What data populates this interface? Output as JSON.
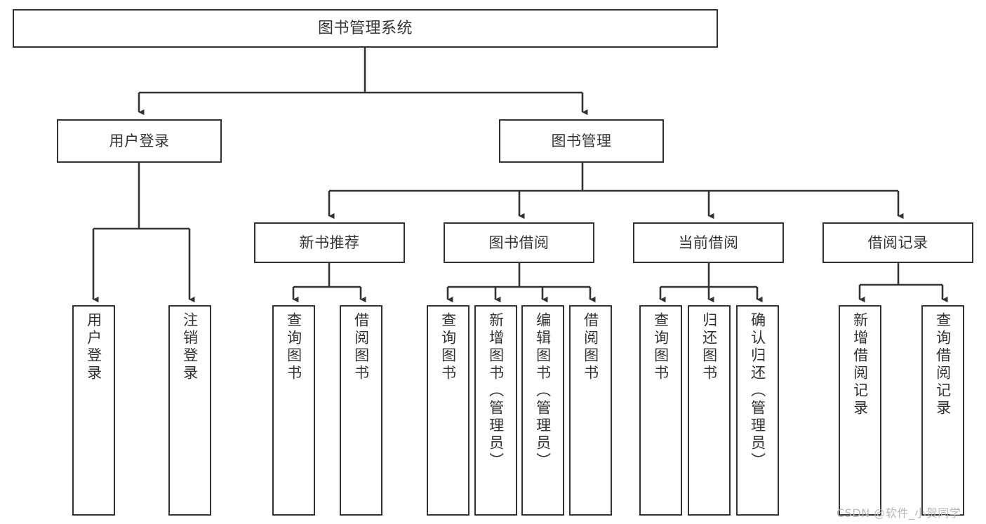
{
  "diagram": {
    "type": "tree",
    "title": "图书管理系统",
    "watermark": "CSDN @软件_小贺同学",
    "colors": {
      "box_border": "#333333",
      "box_fill": "#ffffff",
      "connector": "#333333",
      "text": "#333333",
      "watermark": "#b8b8b8",
      "background": "#ffffff"
    },
    "nodes": {
      "root": {
        "label": "图书管理系统"
      },
      "level2": [
        {
          "label": "用户登录"
        },
        {
          "label": "图书管理"
        }
      ],
      "level3": [
        {
          "label": "新书推荐"
        },
        {
          "label": "图书借阅"
        },
        {
          "label": "当前借阅"
        },
        {
          "label": "借阅记录"
        }
      ],
      "leaves": {
        "user_login": [
          {
            "label": "用户登录"
          },
          {
            "label": "注销登录"
          }
        ],
        "new_book_recommend": [
          {
            "label": "查询图书"
          },
          {
            "label": "借阅图书"
          }
        ],
        "book_borrow": [
          {
            "label": "查询图书"
          },
          {
            "label": "新增图书（管理员）"
          },
          {
            "label": "编辑图书（管理员）"
          },
          {
            "label": "借阅图书"
          }
        ],
        "current_borrow": [
          {
            "label": "查询图书"
          },
          {
            "label": "归还图书"
          },
          {
            "label": "确认归还（管理员）"
          }
        ],
        "borrow_record": [
          {
            "label": "新增借阅记录"
          },
          {
            "label": "查询借阅记录"
          }
        ]
      }
    }
  }
}
